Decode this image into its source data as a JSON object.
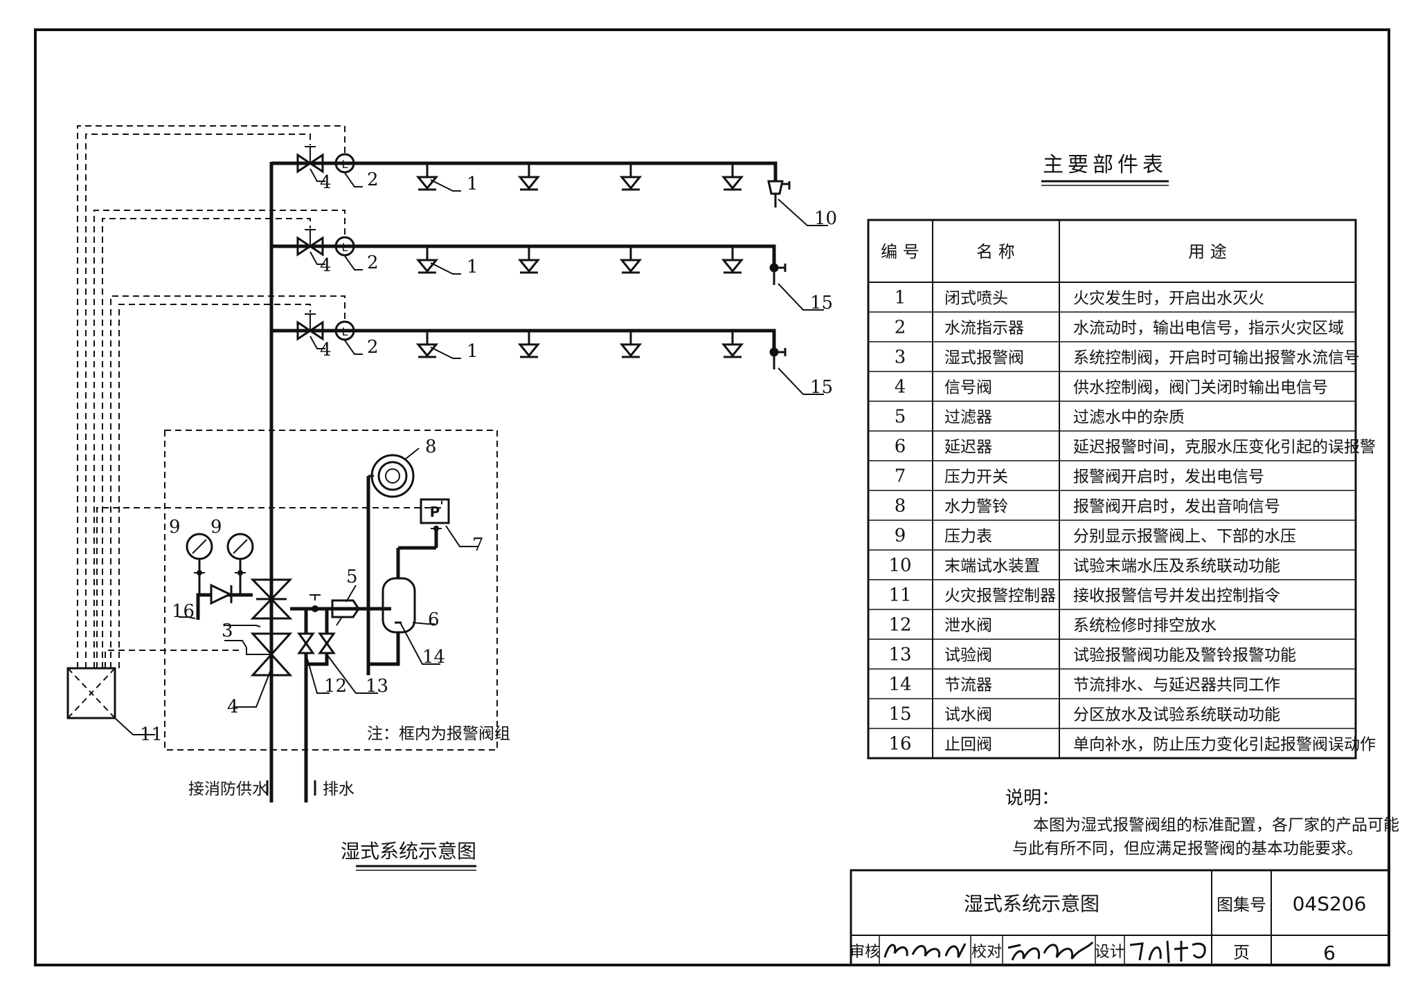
{
  "diagram": {
    "title": "湿式系统示意图",
    "note": "注：框内为报警阀组",
    "supply_label": "接消防供水",
    "drain_label": "排水",
    "callouts": {
      "c1a": "1",
      "c1b": "1",
      "c1c": "1",
      "c2a": "2",
      "c2b": "2",
      "c2c": "2",
      "c3": "3",
      "c4a": "4",
      "c4b": "4",
      "c4c": "4",
      "c4d": "4",
      "c5": "5",
      "c6": "6",
      "c7": "7",
      "c8": "8",
      "c9a": "9",
      "c9b": "9",
      "c10": "10",
      "c11": "11",
      "c12": "12",
      "c13": "13",
      "c14": "14",
      "c15a": "15",
      "c15b": "15",
      "c16": "16"
    },
    "pressure_switch_letter": "P"
  },
  "parts_table": {
    "title": "主要部件表",
    "headers": {
      "no": "编 号",
      "name": "名    称",
      "use": "用      途"
    },
    "rows": [
      {
        "no": "1",
        "name": "闭式喷头",
        "use": "火灾发生时，开启出水灭火"
      },
      {
        "no": "2",
        "name": "水流指示器",
        "use": "水流动时，输出电信号，指示火灾区域"
      },
      {
        "no": "3",
        "name": "湿式报警阀",
        "use": "系统控制阀，开启时可输出报警水流信号"
      },
      {
        "no": "4",
        "name": "信号阀",
        "use": "供水控制阀，阀门关闭时输出电信号"
      },
      {
        "no": "5",
        "name": "过滤器",
        "use": "过滤水中的杂质"
      },
      {
        "no": "6",
        "name": "延迟器",
        "use": "延迟报警时间，克服水压变化引起的误报警"
      },
      {
        "no": "7",
        "name": "压力开关",
        "use": "报警阀开启时，发出电信号"
      },
      {
        "no": "8",
        "name": "水力警铃",
        "use": "报警阀开启时，发出音响信号"
      },
      {
        "no": "9",
        "name": "压力表",
        "use": "分别显示报警阀上、下部的水压"
      },
      {
        "no": "10",
        "name": "末端试水装置",
        "use": "试验末端水压及系统联动功能"
      },
      {
        "no": "11",
        "name": "火灾报警控制器",
        "use": "接收报警信号并发出控制指令"
      },
      {
        "no": "12",
        "name": "泄水阀",
        "use": "系统检修时排空放水"
      },
      {
        "no": "13",
        "name": "试验阀",
        "use": "试验报警阀功能及警铃报警功能"
      },
      {
        "no": "14",
        "name": "节流器",
        "use": "节流排水、与延迟器共同工作"
      },
      {
        "no": "15",
        "name": "试水阀",
        "use": "分区放水及试验系统联动功能"
      },
      {
        "no": "16",
        "name": "止回阀",
        "use": "单向补水，防止压力变化引起报警阀误动作"
      }
    ]
  },
  "explanation": {
    "heading": "说明：",
    "line1": "本图为湿式报警阀组的标准配置，各厂家的产品可能",
    "line2": "与此有所不同，但应满足报警阀的基本功能要求。"
  },
  "title_block": {
    "drawing_name": "湿式系统示意图",
    "atlas_label": "图集号",
    "atlas_no": "04S206",
    "review_label": "审核",
    "check_label": "校对",
    "design_label": "设计",
    "page_label": "页",
    "page_no": "6"
  }
}
